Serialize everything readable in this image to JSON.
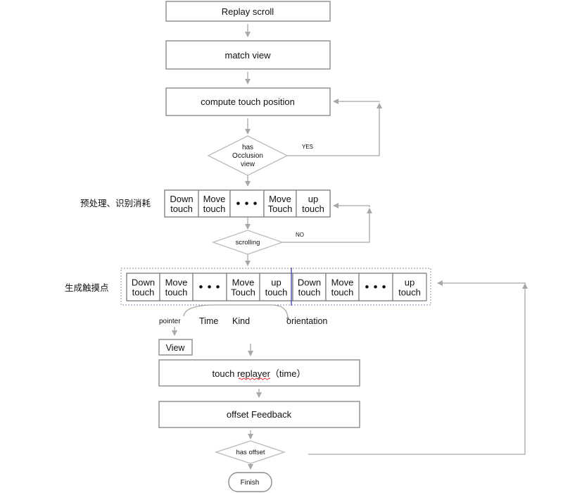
{
  "nodes": {
    "replay_scroll": "Replay scroll",
    "match_view": "match view",
    "compute_touch": "compute touch position",
    "occlusion_decision": [
      "has",
      "Occlusion",
      "view"
    ],
    "scrolling_decision": "scrolling",
    "view": "View",
    "touch_replayer_prefix": "touch ",
    "touch_replayer_word": "replayer",
    "touch_replayer_suffix": "（time）",
    "offset_feedback": "offset Feedback",
    "has_offset": "has offset",
    "finish": "Finish"
  },
  "edge_labels": {
    "yes": "YES",
    "no": "NO"
  },
  "side_labels": {
    "preprocess": "预处理、识别消耗",
    "generate_touch": "生成触摸点"
  },
  "row1_cells": [
    [
      "Down",
      "touch"
    ],
    [
      "Move",
      "touch"
    ],
    [
      "• • •"
    ],
    [
      "Move",
      "Touch"
    ],
    [
      "up",
      "touch"
    ]
  ],
  "row2_cells": [
    [
      "Down",
      "touch"
    ],
    [
      "Move",
      "touch"
    ],
    [
      "• • •"
    ],
    [
      "Move",
      "Touch"
    ],
    [
      "up",
      "touch"
    ],
    [
      "Down",
      "touch"
    ],
    [
      "Move",
      "touch"
    ],
    [
      "• • •"
    ],
    [
      "up",
      "touch"
    ]
  ],
  "fields": {
    "pointer": "pointer",
    "time": "Time",
    "kind": "Kind",
    "orientation": "orientation"
  },
  "colors": {
    "box_stroke": "#8c8c8c",
    "arrow": "#a8a8a8",
    "diamond_stroke": "#bdbdbd",
    "divider": "#4b4bb0",
    "spellcheck": "#e02020"
  }
}
